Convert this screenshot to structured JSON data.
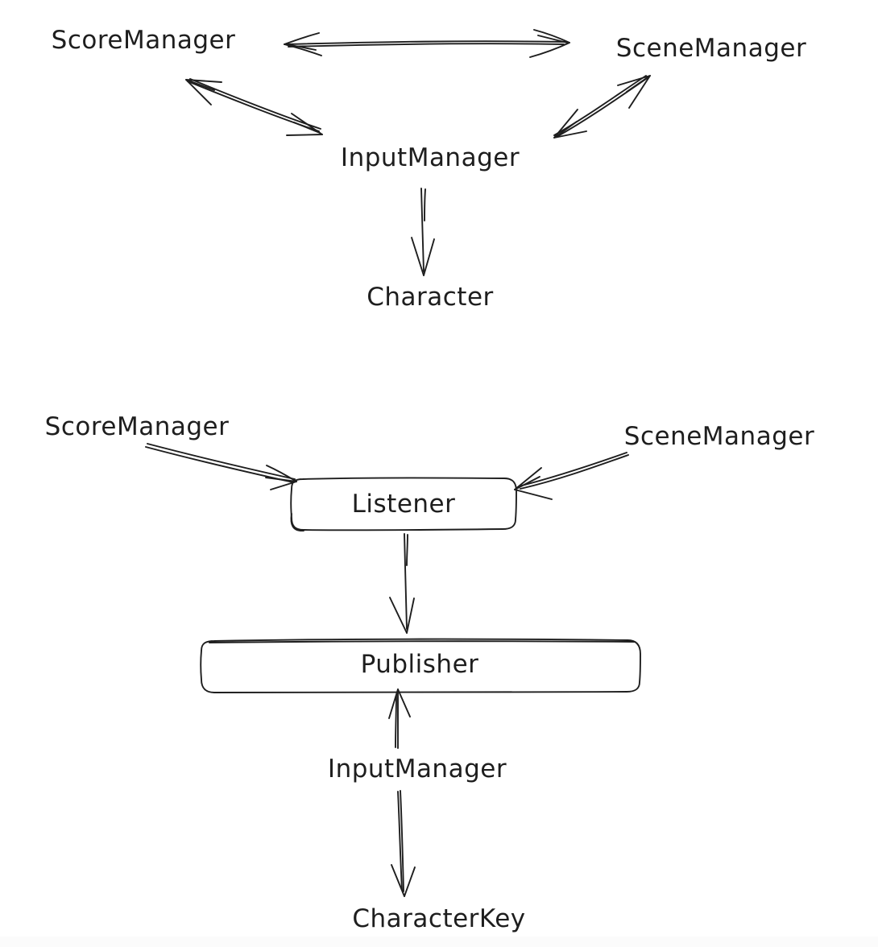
{
  "colors": {
    "background": "#ffffff",
    "stroke": "#1e1e1e",
    "bottom_strip": "#fbfbfb"
  },
  "labels": {
    "score_manager_top": "ScoreManager",
    "scene_manager_top": "SceneManager",
    "input_manager_top": "InputManager",
    "character": "Character",
    "score_manager_bottom": "ScoreManager",
    "scene_manager_bottom": "SceneManager",
    "listener": "Listener",
    "publisher": "Publisher",
    "input_manager_bottom": "InputManager",
    "character_key": "CharacterKey"
  },
  "diagram_top": {
    "nodes": [
      "ScoreManager",
      "SceneManager",
      "InputManager",
      "Character"
    ],
    "edges": [
      {
        "from": "ScoreManager",
        "to": "SceneManager",
        "type": "double-headed-arrow"
      },
      {
        "from": "ScoreManager",
        "to": "InputManager",
        "type": "double-headed-arrow"
      },
      {
        "from": "SceneManager",
        "to": "InputManager",
        "type": "double-headed-arrow"
      },
      {
        "from": "InputManager",
        "to": "Character",
        "type": "arrow"
      }
    ]
  },
  "diagram_bottom": {
    "nodes": [
      "ScoreManager",
      "SceneManager",
      "Listener",
      "Publisher",
      "InputManager",
      "CharacterKey"
    ],
    "boxed_nodes": [
      "Listener",
      "Publisher"
    ],
    "edges": [
      {
        "from": "ScoreManager",
        "to": "Listener",
        "type": "arrow"
      },
      {
        "from": "SceneManager",
        "to": "Listener",
        "type": "arrow"
      },
      {
        "from": "Listener",
        "to": "Publisher",
        "type": "arrow"
      },
      {
        "from": "InputManager",
        "to": "Publisher",
        "type": "arrow"
      },
      {
        "from": "InputManager",
        "to": "CharacterKey",
        "type": "arrow"
      }
    ]
  }
}
